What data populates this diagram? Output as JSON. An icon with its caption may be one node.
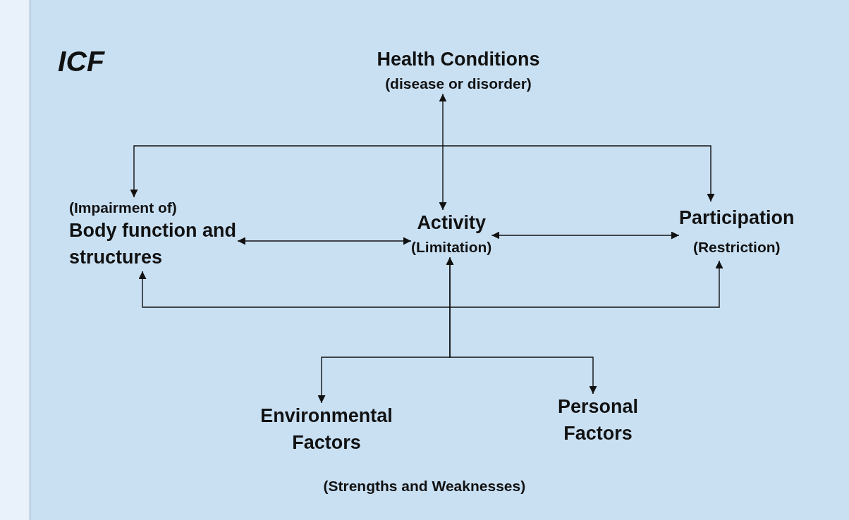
{
  "diagram": {
    "title": "ICF",
    "nodes": [
      {
        "text": [
          "Health Conditions",
          "(disease or disorder)"
        ]
      },
      {
        "text": [
          "(Impairment of)",
          "Body function and structures"
        ]
      },
      {
        "text": [
          "Activity",
          "(Limitation)"
        ]
      },
      {
        "text": [
          "Participation",
          "(Restriction)"
        ]
      },
      {
        "text": [
          "Environmental Factors"
        ]
      },
      {
        "text": [
          "Personal Factors"
        ]
      }
    ],
    "edges": [
      {
        "from": 0,
        "to": 2,
        "arrow": "both"
      },
      {
        "from": 1,
        "to": 2,
        "arrow": "both"
      },
      {
        "from": 2,
        "to": 3,
        "arrow": "both"
      },
      {
        "from": 1,
        "to": 3,
        "arrow": "both"
      },
      {
        "from": 1,
        "to": 3,
        "arrow": "both"
      },
      {
        "from": 2,
        "to": 4,
        "arrow": "both"
      },
      {
        "from": 2,
        "to": 5,
        "arrow": "both"
      }
    ],
    "labels": [
      "(Strengths and Weaknesses)"
    ]
  }
}
